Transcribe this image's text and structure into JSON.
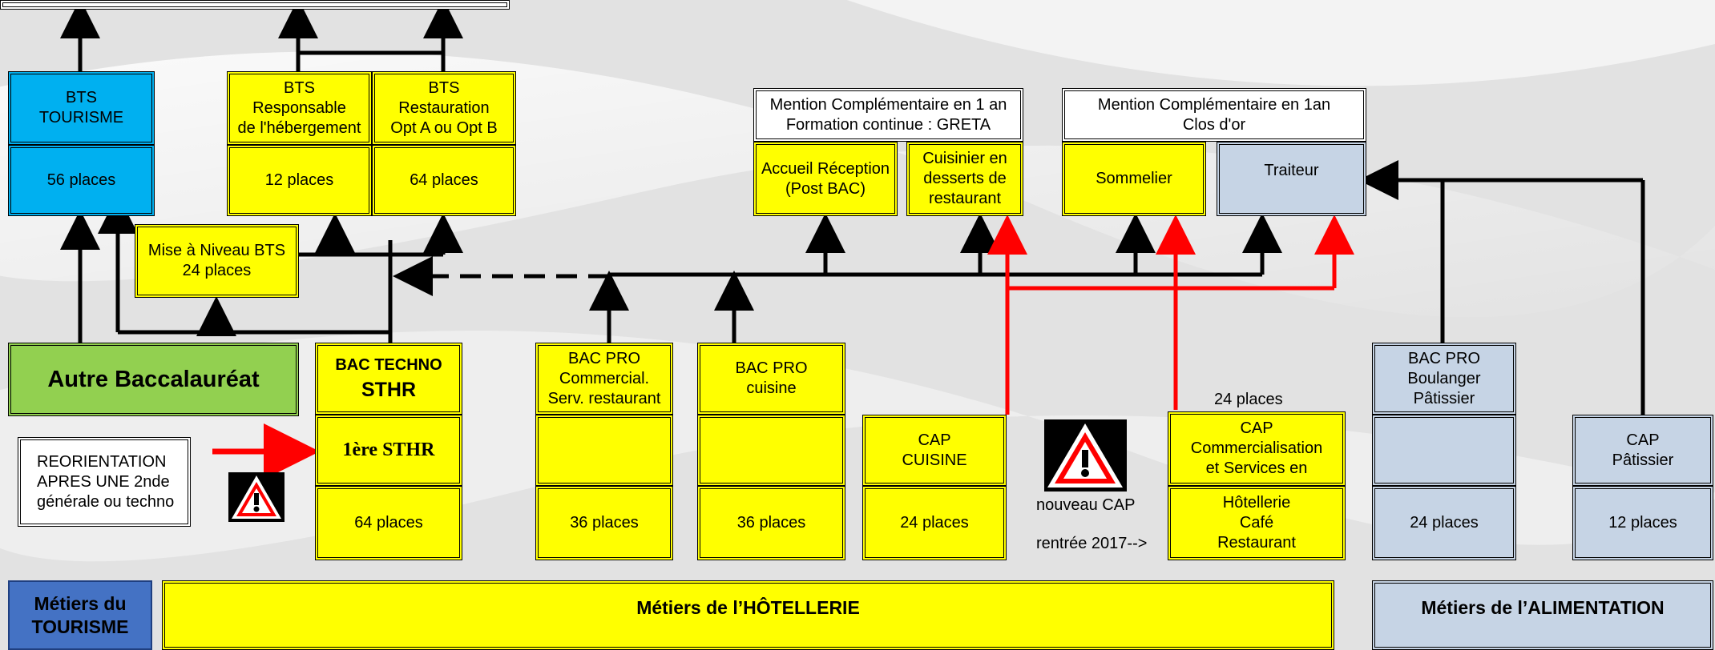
{
  "colors": {
    "yellow": "#ffff00",
    "cyan": "#00b0f0",
    "steel": "#c6d4e5",
    "green": "#92d050",
    "blue": "#4472c4",
    "red": "#ff0000"
  },
  "tourism": {
    "bts_title": "BTS\nTOURISME",
    "bts_places": "56 places",
    "bottom_label": "Métiers du\nTOURISME"
  },
  "hotellerie": {
    "bts_heb_title": "BTS\nResponsable\nde l'hébergement",
    "bts_heb_places": "12 places",
    "bts_rest_title": "BTS\nRestauration\nOpt A ou Opt B",
    "bts_rest_places": "64 places",
    "mise_niveau": "Mise à Niveau BTS\n24 places",
    "mc1_title": "Mention Complémentaire en 1 an\nFormation continue : GRETA",
    "mc1_accueil": "Accueil Réception\n(Post BAC)",
    "mc1_cuisinier": "Cuisinier en\ndesserts de\nrestaurant",
    "mc2_title": "Mention Complémentaire en 1an\nClos d'or",
    "mc2_sommelier": "Sommelier",
    "mc2_traiteur": "Traiteur",
    "autre_bac": "Autre Baccalauréat",
    "bac_techno_title": "BAC TECHNO",
    "bac_techno_sub": "STHR",
    "premiere_sthr": "1ère STHR",
    "bac_techno_places": "64 places",
    "reorientation": "REORIENTATION\nAPRES UNE 2nde\ngénérale ou techno",
    "bacpro_comm_title": "BAC PRO\nCommercial.\nServ. restaurant",
    "bacpro_comm_places": "36 places",
    "bacpro_cuisine_title": "BAC PRO\ncuisine",
    "bacpro_cuisine_places": "36 places",
    "cap_cuisine_title": "CAP\nCUISINE",
    "cap_cuisine_places": "24 places",
    "nouveau_cap": "nouveau CAP",
    "rentree": "rentrée 2017-->",
    "cap_comm_top_places": "24 places",
    "cap_comm_title": "CAP\nCommercialisation\net Services en",
    "cap_comm_sub": "Hôtellerie\nCafé\nRestaurant",
    "bottom_label": "Métiers de l’HÔTELLERIE"
  },
  "alimentation": {
    "bacpro_boul_title": "BAC PRO\nBoulanger\nPâtissier",
    "bacpro_boul_places": "24 places",
    "cap_pat_title": "CAP\nPâtissier",
    "cap_pat_places": "12 places",
    "bottom_label": "Métiers de l’ALIMENTATION"
  }
}
